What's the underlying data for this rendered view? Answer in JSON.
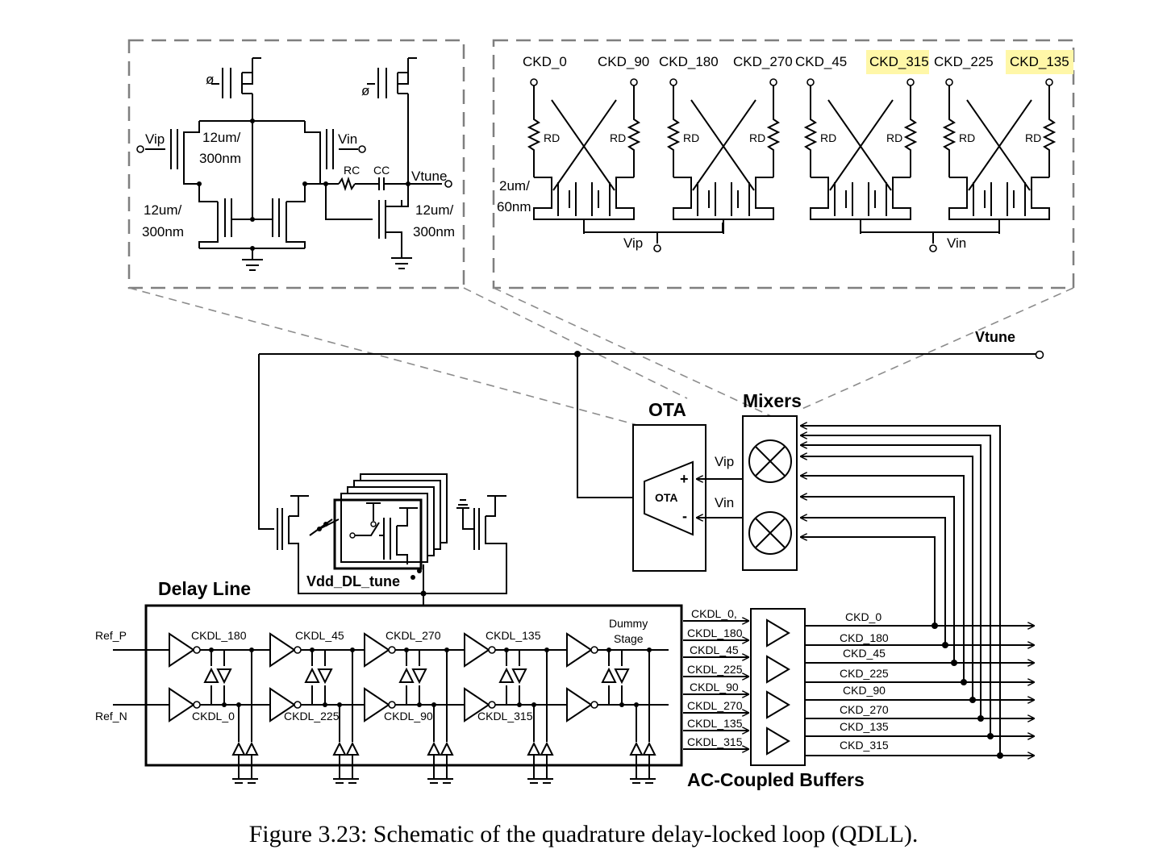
{
  "figure": {
    "caption": "Figure 3.23: Schematic of the quadrature delay-locked loop (QDLL)."
  },
  "ota_detail": {
    "vip": "Vip",
    "vin": "Vin",
    "size_input": [
      "12um/",
      "300nm"
    ],
    "size_load_left": [
      "12um/",
      "300nm"
    ],
    "size_output": [
      "12um/",
      "300nm"
    ],
    "rc": "RC",
    "cc": "CC",
    "vtune": "Vtune"
  },
  "mixer_detail": {
    "clocks": [
      "CKD_0",
      "CKD_90",
      "CKD_180",
      "CKD_270",
      "CKD_45",
      "CKD_315",
      "CKD_225",
      "CKD_135"
    ],
    "highlighted": [
      "CKD_315",
      "CKD_135"
    ],
    "highlight_color": "#fff7a8",
    "rd": "RD",
    "device_size": [
      "2um/",
      "60nm"
    ],
    "vip": "Vip",
    "vin": "Vin"
  },
  "top_level": {
    "vtune": "Vtune",
    "ota_title": "OTA",
    "ota_symbol": "OTA",
    "ota_plus": "+",
    "ota_minus": "-",
    "mixers_title": "Mixers",
    "ota_vip": "Vip",
    "ota_vin": "Vin",
    "vdd_tune": "Vdd_DL_tune",
    "delay_line_title": "Delay Line",
    "ref_p": "Ref_P",
    "ref_n": "Ref_N",
    "top_taps": [
      "CKDL_180",
      "CKDL_45",
      "CKDL_270",
      "CKDL_135"
    ],
    "bottom_taps": [
      "CKDL_0",
      "CKDL_225",
      "CKDL_90",
      "CKDL_315"
    ],
    "dummy": [
      "Dummy",
      "Stage"
    ],
    "buffer_inputs": [
      "CKDL_0,",
      "CKDL_180",
      "CKDL_45",
      "CKDL_225",
      "CKDL_90",
      "CKDL_270",
      "CKDL_135",
      "CKDL_315"
    ],
    "buffer_outputs": [
      "CKD_0",
      "CKD_180",
      "CKD_45",
      "CKD_225",
      "CKD_90",
      "CKD_270",
      "CKD_135",
      "CKD_315"
    ],
    "buffers_title": "AC-Coupled Buffers"
  }
}
